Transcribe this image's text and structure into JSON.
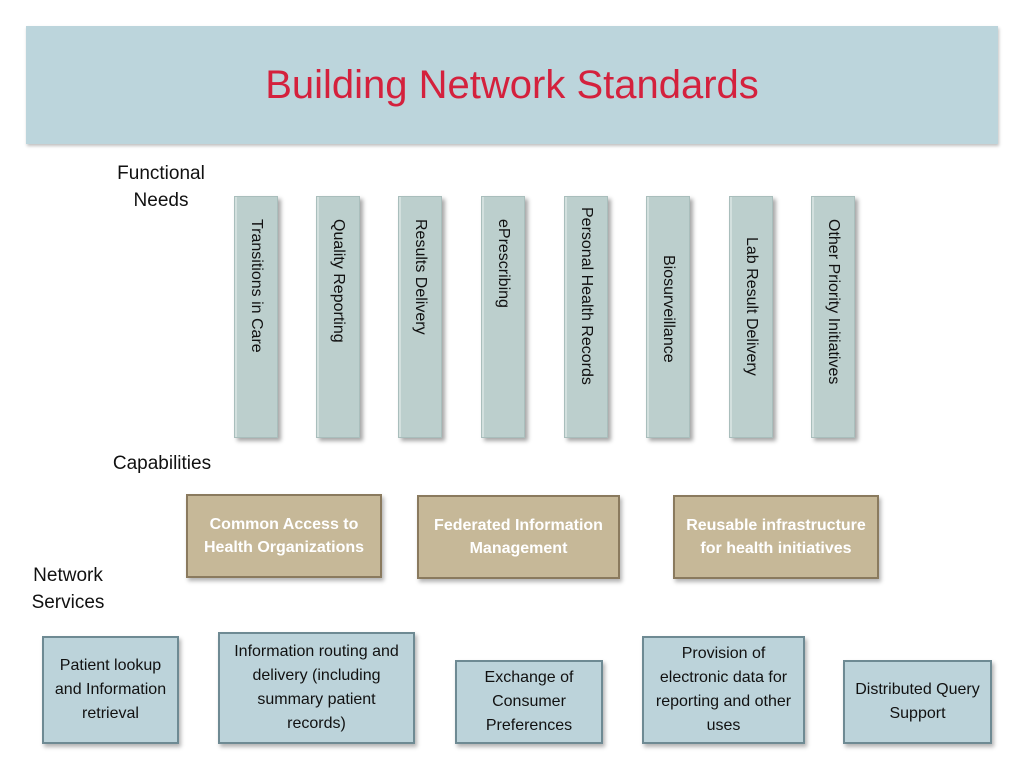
{
  "title": "Building Network Standards",
  "labels": {
    "functional_needs": [
      "Functional",
      "Needs"
    ],
    "capabilities": "Capabilities",
    "network_services": [
      "Network",
      "Services"
    ]
  },
  "functional_needs": [
    "Transitions in Care",
    "Quality Reporting",
    "Results Delivery",
    "ePrescribing",
    "Personal Health Records",
    "Biosurveillance",
    "Lab Result Delivery",
    "Other Priority Initiatives"
  ],
  "capabilities": [
    "Common Access to Health Organizations",
    "Federated Information Management",
    "Reusable infrastructure for health initiatives"
  ],
  "network_services": [
    "Patient lookup and Information retrieval",
    "Information routing and delivery (including summary patient records)",
    "Exchange of Consumer Preferences",
    "Provision of electronic data for reporting and other uses",
    "Distributed Query Support"
  ],
  "colors": {
    "title": "#d4213d",
    "title_band": "#bcd5dc",
    "pillar": "#bccfcd",
    "capability": "#c6b898",
    "service": "#bcd3da"
  }
}
